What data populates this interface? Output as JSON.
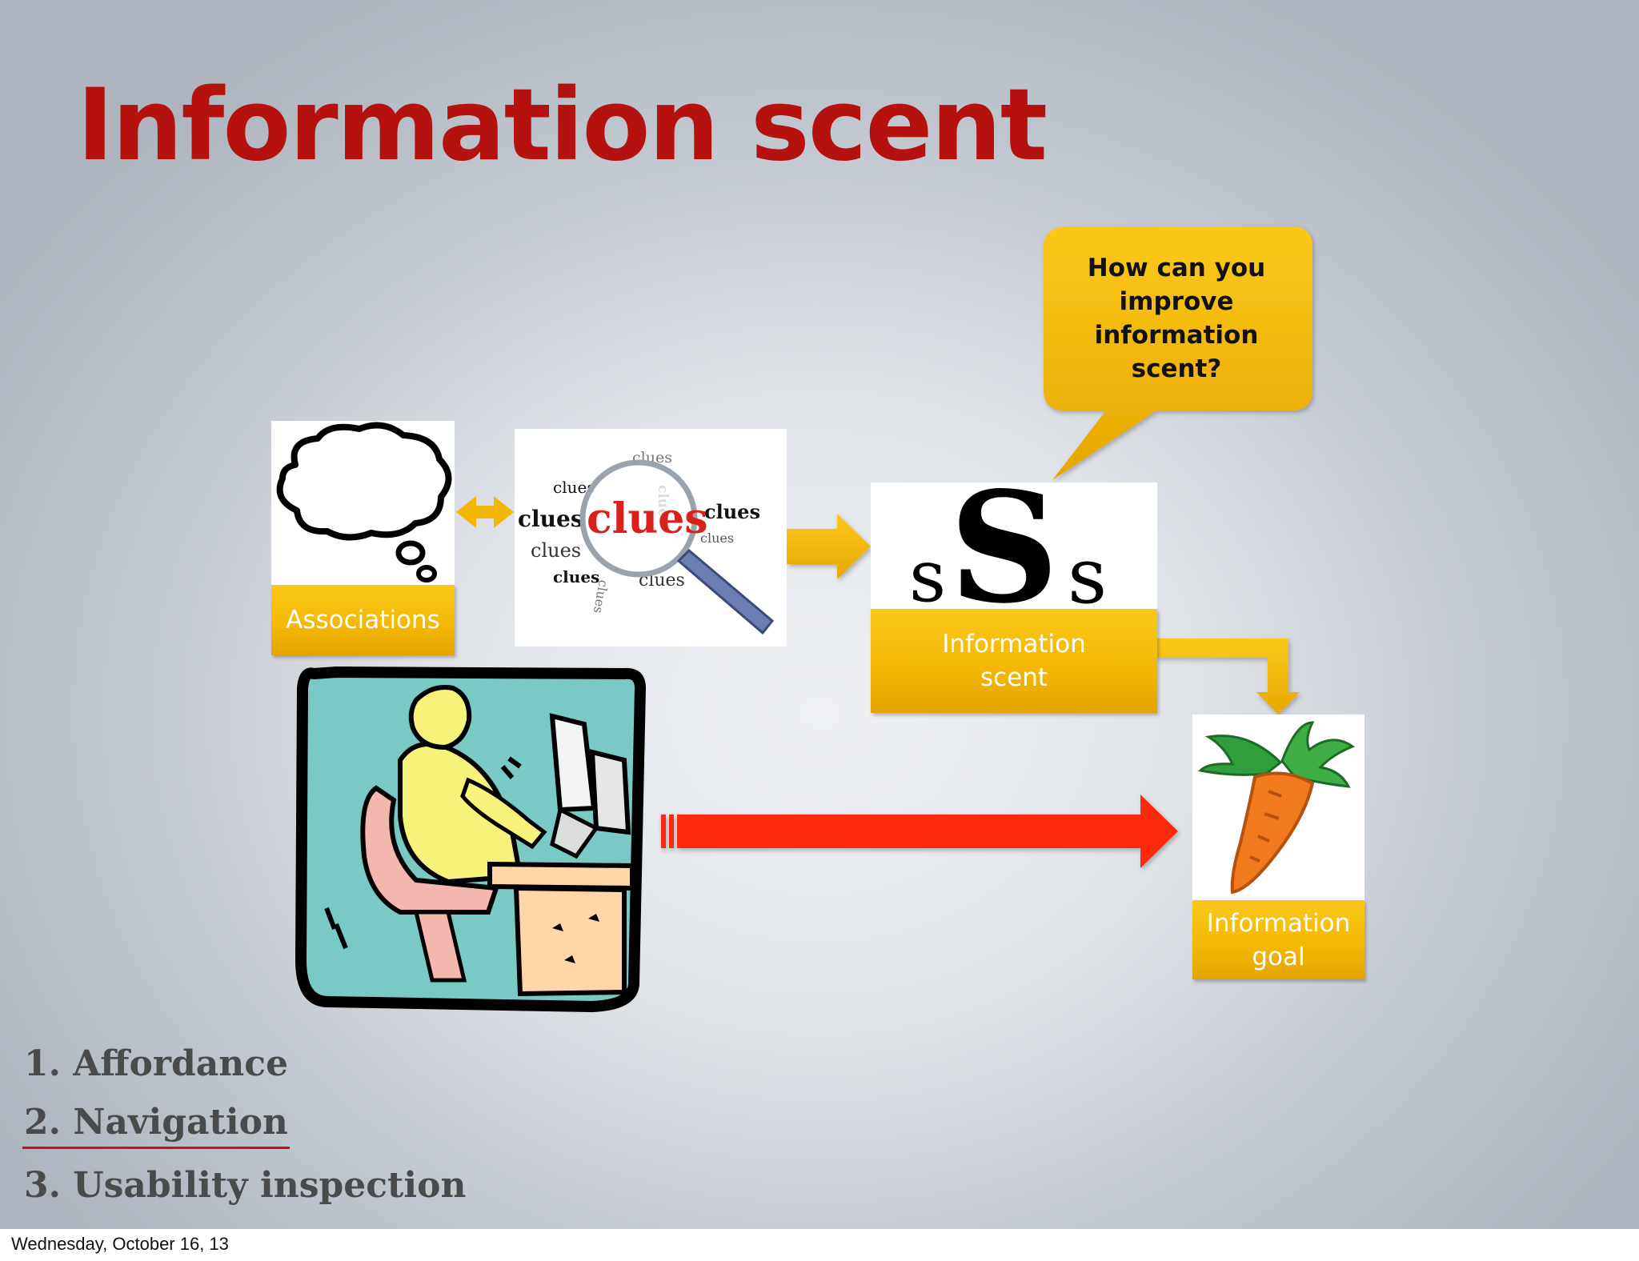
{
  "slide": {
    "title": "Information scent",
    "callout": "How can you\nimprove\ninformation\nscent?",
    "nodes": {
      "associations_label": "Associations",
      "scent_label": "Information\nscent",
      "goal_label": "Information\ngoal",
      "scent_glyphs": [
        "s",
        "S",
        "s"
      ]
    },
    "clues_image": {
      "main_word": "clues",
      "small_words": [
        "clues",
        "clues",
        "clues",
        "clues",
        "clues",
        "clues",
        "clues",
        "clues",
        "clues",
        "clues"
      ]
    },
    "agenda": [
      {
        "text": "1. Affordance",
        "active": false
      },
      {
        "text": "2. Navigation",
        "active": true
      },
      {
        "text": "3. Usability inspection",
        "active": false
      }
    ]
  },
  "footer": {
    "date": "Wednesday, October 16, 13"
  },
  "colors": {
    "title_red": "#b5120f",
    "label_gold": "#f3b603",
    "big_arrow_red": "#ff2a0a",
    "agenda_grey": "#4a4a4a",
    "underline_red": "#c0141a"
  }
}
